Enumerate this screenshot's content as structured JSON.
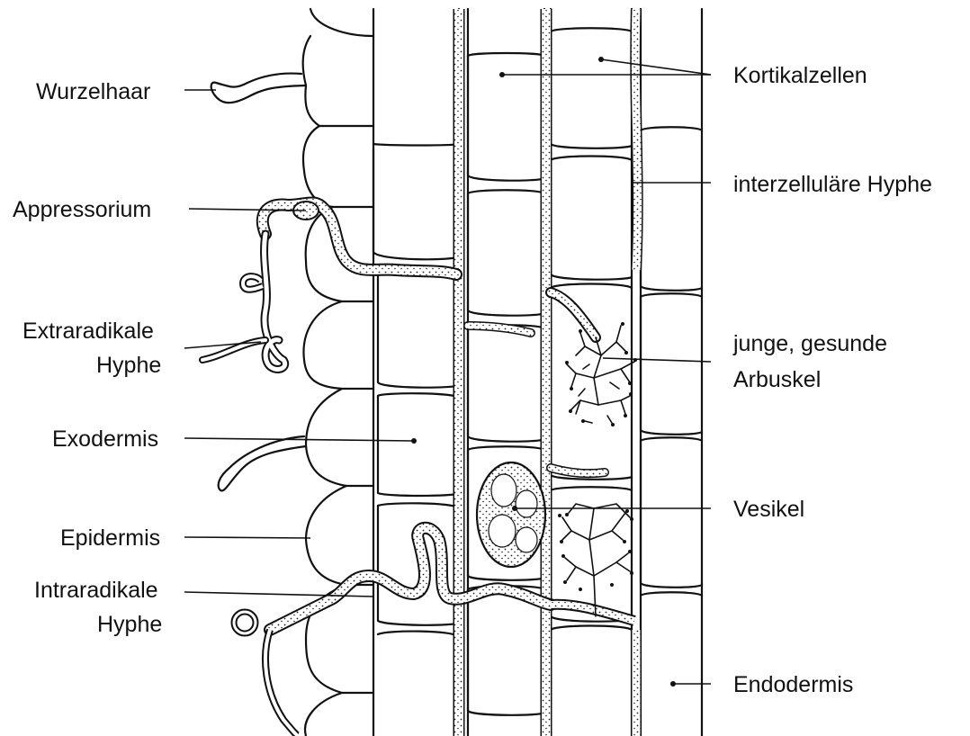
{
  "labels": {
    "wurzelhaar": "Wurzelhaar",
    "appressorium": "Appressorium",
    "extraradikale_1": "Extraradikale",
    "extraradikale_2": "Hyphe",
    "exodermis": "Exodermis",
    "epidermis": "Epidermis",
    "intraradikale_1": "Intraradikale",
    "intraradikale_2": "Hyphe",
    "kortikalzellen": "Kortikalzellen",
    "interzellulaere_hyphe": "interzelluläre Hyphe",
    "arbuskel_1": "junge, gesunde",
    "arbuskel_2": "Arbuskel",
    "vesikel": "Vesikel",
    "endodermis": "Endodermis"
  }
}
